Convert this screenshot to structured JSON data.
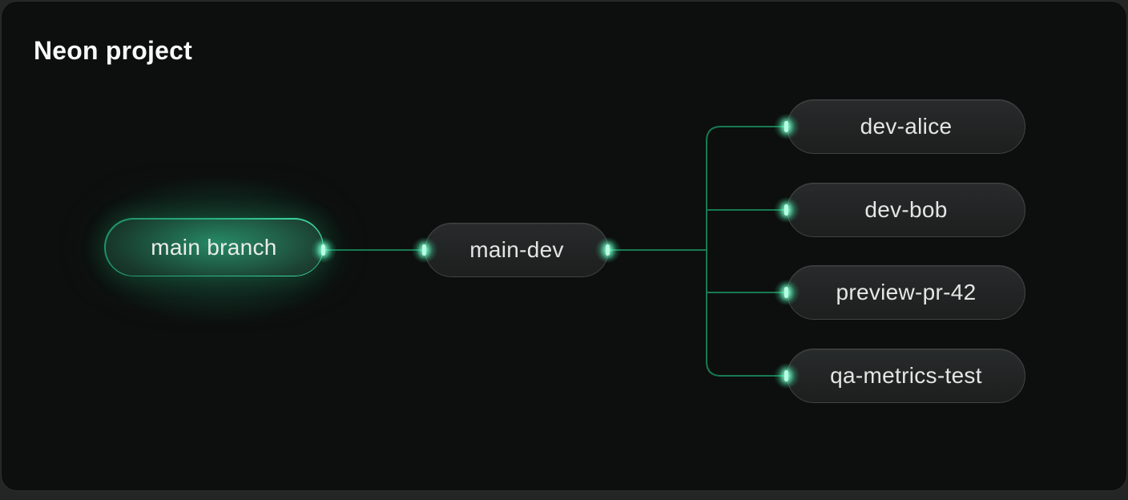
{
  "project": {
    "title": "Neon project"
  },
  "tree": {
    "root": {
      "label": "main branch"
    },
    "mid": {
      "label": "main-dev"
    },
    "leaves": [
      {
        "label": "dev-alice"
      },
      {
        "label": "dev-bob"
      },
      {
        "label": "preview-pr-42"
      },
      {
        "label": "qa-metrics-test"
      }
    ]
  },
  "colors": {
    "accent_green": "#2fd49e",
    "connector_green": "#177a52",
    "glow_green": "#7df5c8",
    "node_border_gray": "#404444",
    "card_background": "#0d0f0e",
    "page_background": "#242626"
  }
}
